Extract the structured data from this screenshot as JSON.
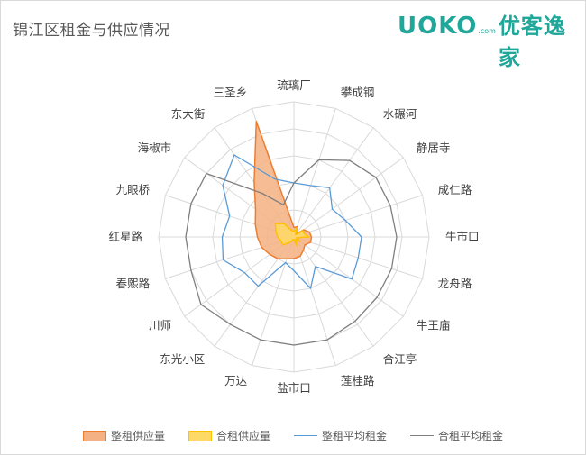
{
  "title": "锦江区租金与供应情况",
  "logo": {
    "latin": "UOKO",
    "sub": ".com",
    "cn": "优客逸家"
  },
  "colors": {
    "whole_fill": "#f4b183",
    "whole_stroke": "#ed7d31",
    "shared_fill": "#ffd966",
    "shared_stroke": "#ffc000",
    "whole_rent": "#5b9bd5",
    "shared_rent": "#7f7f7f",
    "grid": "#d9d9d9",
    "logo": "#1fa79a"
  },
  "legend": [
    "整租供应量",
    "合租供应量",
    "整租平均租金",
    "合租平均租金"
  ],
  "chart_data": {
    "type": "radar",
    "title": "锦江区租金与供应情况",
    "categories": [
      "琉璃厂",
      "攀成钢",
      "水碾河",
      "静居寺",
      "成仁路",
      "牛市口",
      "龙舟路",
      "牛王庙",
      "合江亭",
      "莲桂路",
      "盐市口",
      "万达",
      "东光小区",
      "川师",
      "春熙路",
      "红星路",
      "九眼桥",
      "海椒市",
      "东大街",
      "三圣乡"
    ],
    "rmax": 100,
    "grid_levels": 5,
    "series": [
      {
        "name": "整租供应量",
        "kind": "area",
        "values": [
          7,
          8,
          3,
          9,
          12,
          13,
          13,
          10,
          12,
          15,
          16,
          17,
          20,
          22,
          25,
          27,
          30,
          35,
          50,
          90
        ]
      },
      {
        "name": "合租供应量",
        "kind": "area",
        "values": [
          4,
          7,
          2,
          8,
          8,
          11,
          2,
          6,
          2,
          7,
          2,
          2,
          5,
          10,
          10,
          12,
          14,
          17,
          12,
          5
        ]
      },
      {
        "name": "整租平均租金",
        "kind": "line",
        "values": [
          40,
          40,
          45,
          35,
          40,
          50,
          50,
          53,
          27,
          40,
          25,
          20,
          45,
          45,
          55,
          53,
          50,
          65,
          75,
          45
        ]
      },
      {
        "name": "合租平均租金",
        "kind": "line",
        "values": [
          40,
          60,
          70,
          75,
          75,
          76,
          76,
          76,
          77,
          80,
          80,
          80,
          80,
          85,
          80,
          80,
          80,
          80,
          40,
          25
        ]
      }
    ]
  }
}
